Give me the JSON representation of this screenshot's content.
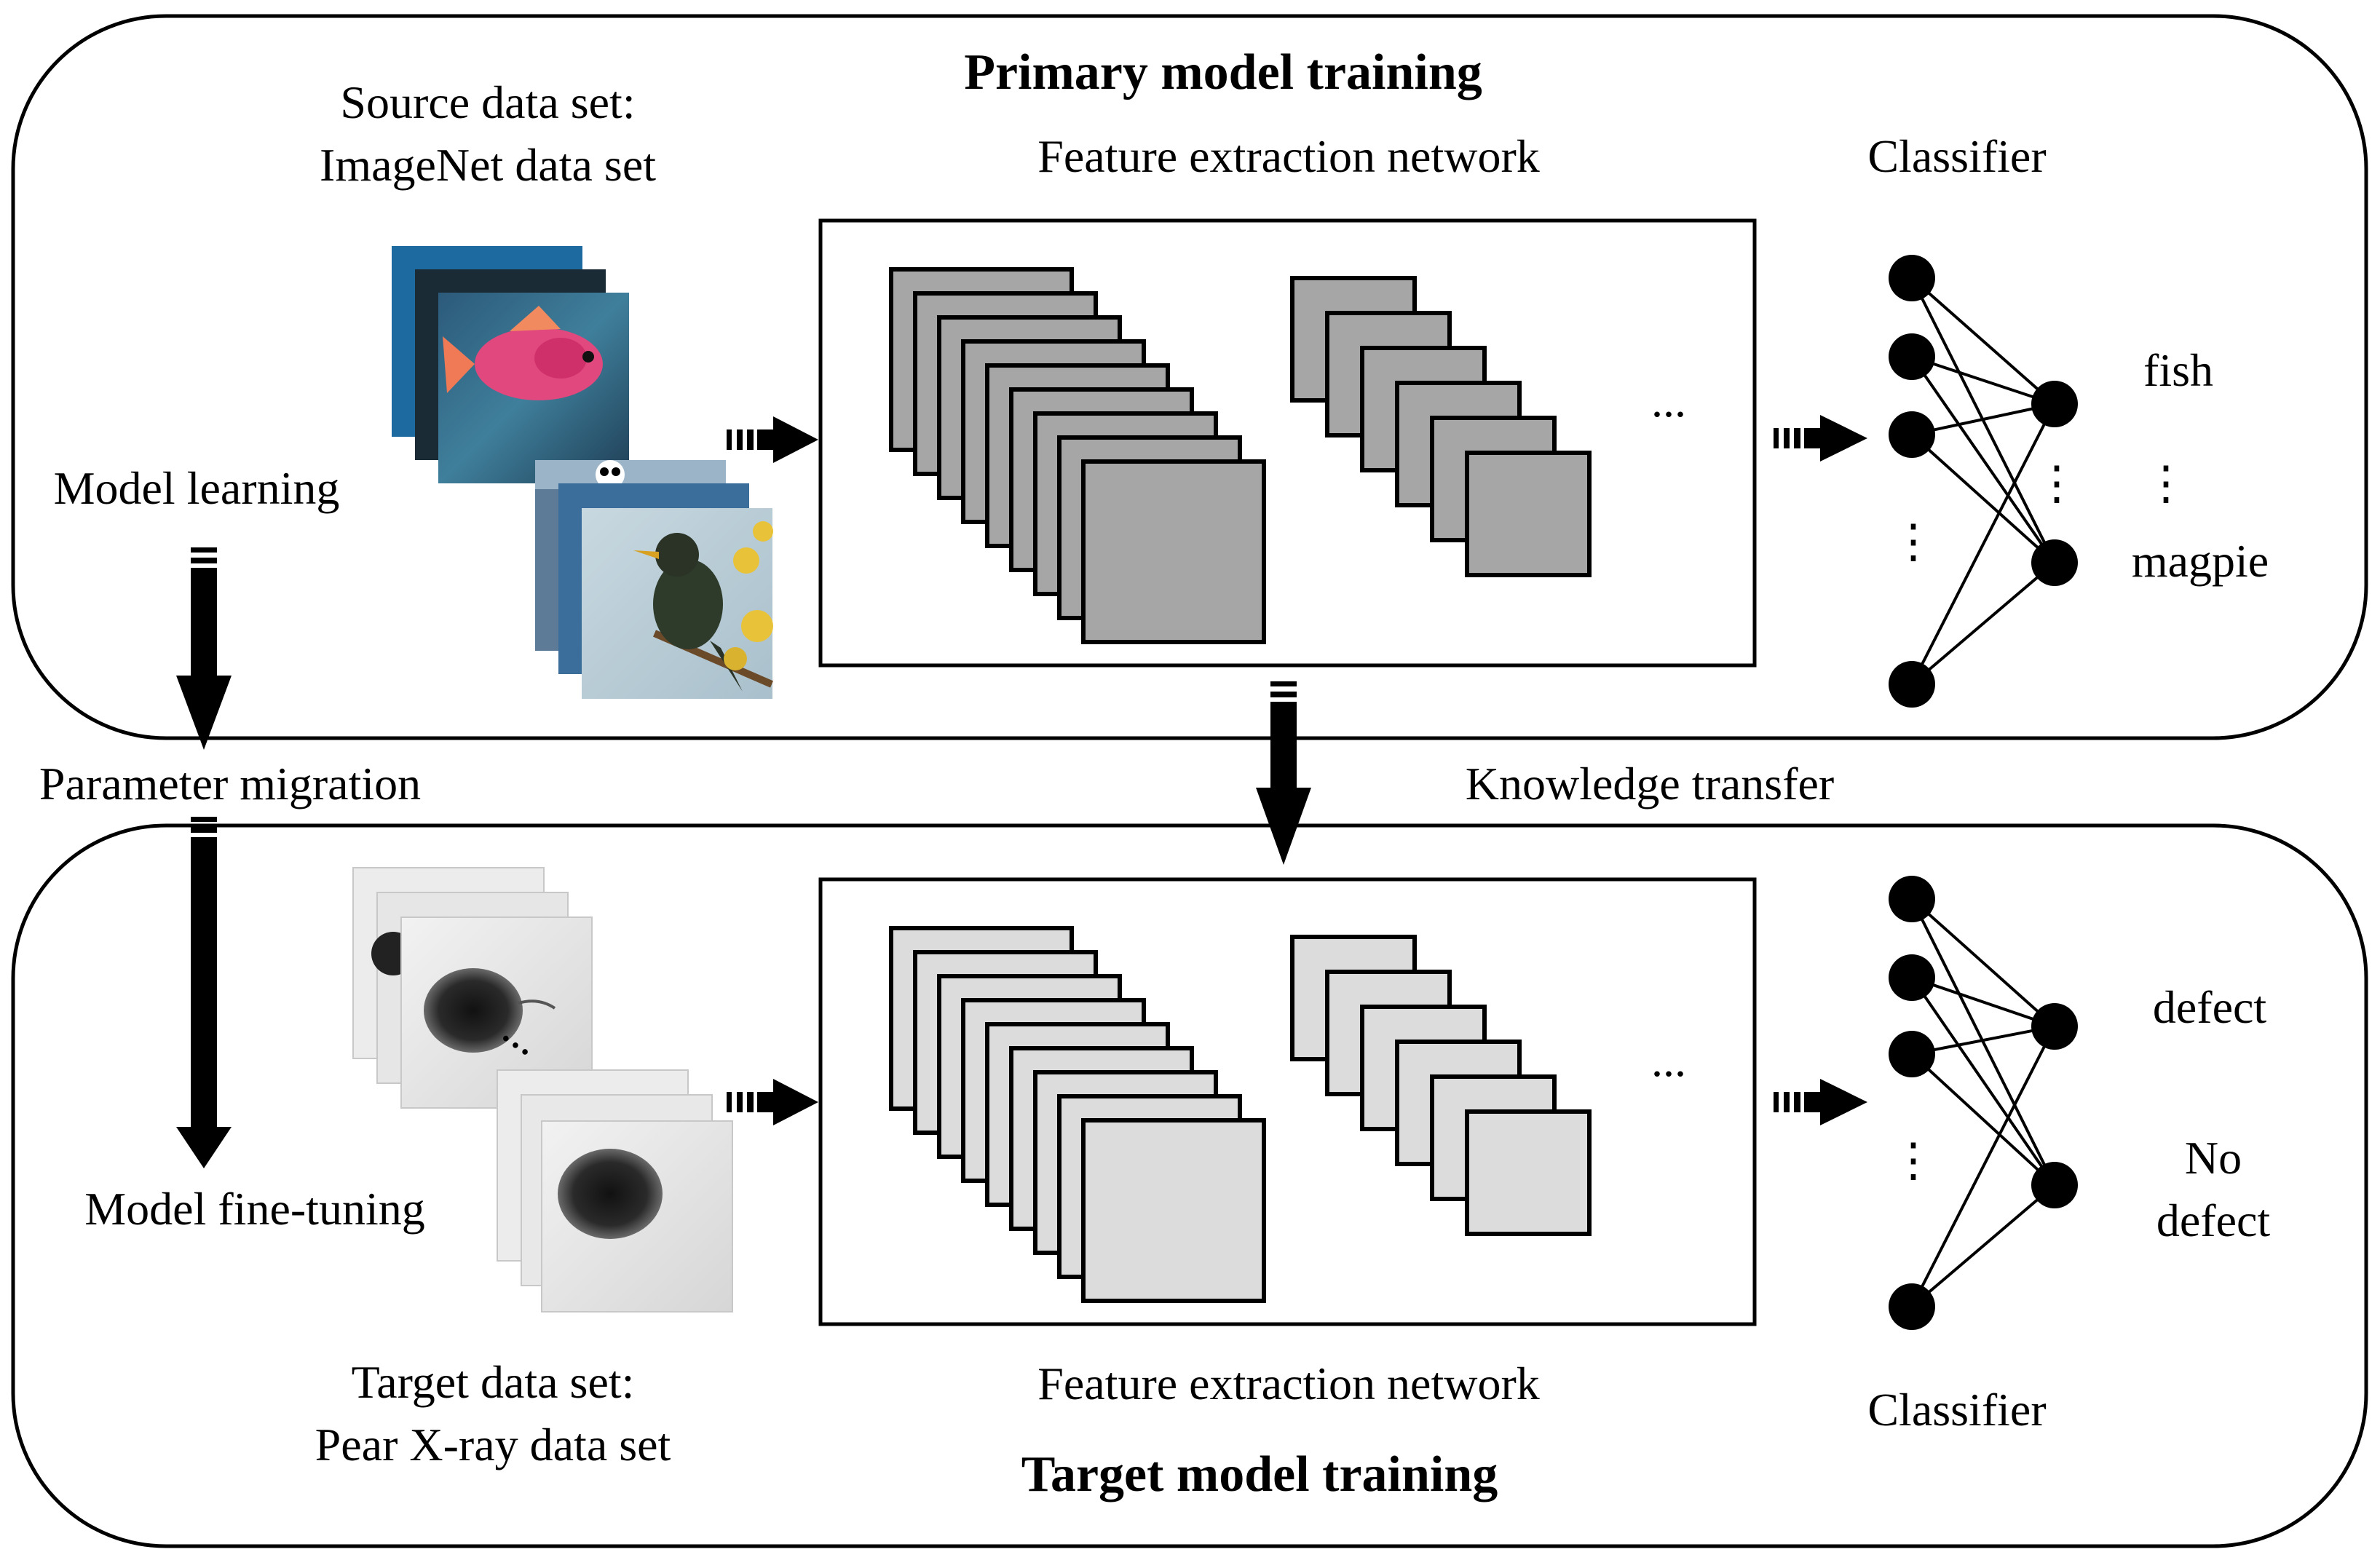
{
  "primary": {
    "title": "Primary model training",
    "source_line1": "Source data set:",
    "source_line2": "ImageNet data set",
    "feature_label": "Feature extraction network",
    "classifier_label": "Classifier",
    "model_learning": "Model learning",
    "output_top": "fish",
    "output_bottom": "magpie",
    "images": [
      "fish-photo",
      "panda-photo",
      "bird-photo"
    ]
  },
  "target": {
    "title": "Target model training",
    "target_line1": "Target data set:",
    "target_line2": "Pear X-ray data set",
    "feature_label": "Feature extraction network",
    "classifier_label": "Classifier",
    "model_fine_tuning": "Model fine-tuning",
    "output_top": "defect",
    "output_bottom_line1": "No",
    "output_bottom_line2": "defect",
    "images": [
      "pear-xray-1",
      "pear-xray-2"
    ]
  },
  "transfer": {
    "parameter_migration": "Parameter migration",
    "knowledge_transfer": "Knowledge transfer"
  },
  "symbols": {
    "ellipsis_h": "...",
    "ellipsis_v": "⋮"
  },
  "colors": {
    "primary_layer_fill": "#a6a6a6",
    "target_layer_fill": "#dcdcdc",
    "stroke": "#000000"
  }
}
